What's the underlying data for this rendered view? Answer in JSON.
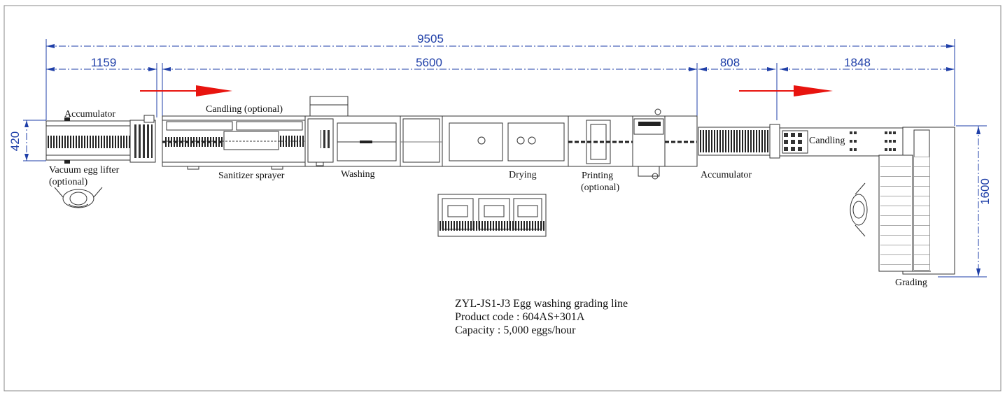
{
  "dimensions": {
    "total": "9505",
    "seg_a": "1159",
    "seg_b": "5600",
    "seg_c": "808",
    "seg_d": "1848",
    "height_left": "420",
    "height_right": "1600"
  },
  "labels": {
    "accumulator_left": "Accumulator",
    "vacuum_lifter_1": "Vacuum egg lifter",
    "vacuum_lifter_2": "(optional)",
    "candling_optional": "Candling (optional)",
    "sanitizer": "Sanitizer sprayer",
    "washing": "Washing",
    "drying": "Drying",
    "printing_1": "Printing",
    "printing_2": "(optional)",
    "accumulator_right": "Accumulator",
    "candling": "Candling",
    "grading": "Grading"
  },
  "info": {
    "line1": "ZYL-JS1-J3 Egg washing grading line",
    "line2": "Product code : 604AS+301A",
    "line3": "Capacity : 5,000 eggs/hour"
  },
  "colors": {
    "dimension": "#1f3fa8",
    "arrow": "#e8140f",
    "line": "#333333"
  }
}
